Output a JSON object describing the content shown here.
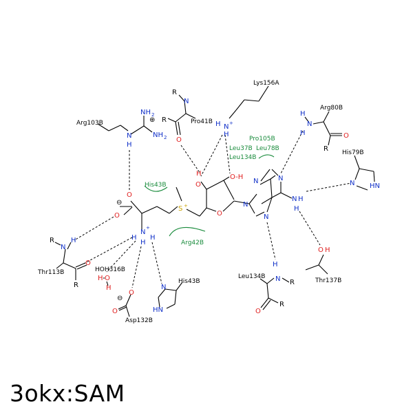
{
  "caption": "3okx:SAM",
  "colors": {
    "bond": "#000000",
    "nitrogen": "#1030c8",
    "oxygen": "#e02020",
    "sulfur": "#c8a000",
    "hydrophobic": "#178a3a"
  },
  "residues": {
    "lys156a": "Lys156A",
    "arg103b": "Arg103B",
    "pro41b": "Pro41B",
    "arg80b": "Arg80B",
    "his79b": "His79B",
    "pro105b": "Pro105B",
    "leu37b": "Leu37B",
    "leu78b": "Leu78B",
    "leu134b_hyd": "Leu134B",
    "his43b_hyd": "His43B",
    "arg42b": "Arg42B",
    "thr113b": "Thr113B",
    "hoh316b": "HOH316B",
    "asp132b": "Asp132B",
    "his43b": "His43B",
    "leu134b": "Leu134B",
    "thr137b": "Thr137B"
  },
  "atoms": {
    "R": "R",
    "N": "N",
    "H": "H",
    "O": "O",
    "S": "S",
    "plus": "+",
    "two": "2",
    "oplus": "⊕",
    "ominus": "⊖",
    "OH": "O-H",
    "HN": "HN",
    "HO": "H",
    "NH2": "NH",
    "Hplus": "H-N",
    "OHdash": "O-H"
  }
}
